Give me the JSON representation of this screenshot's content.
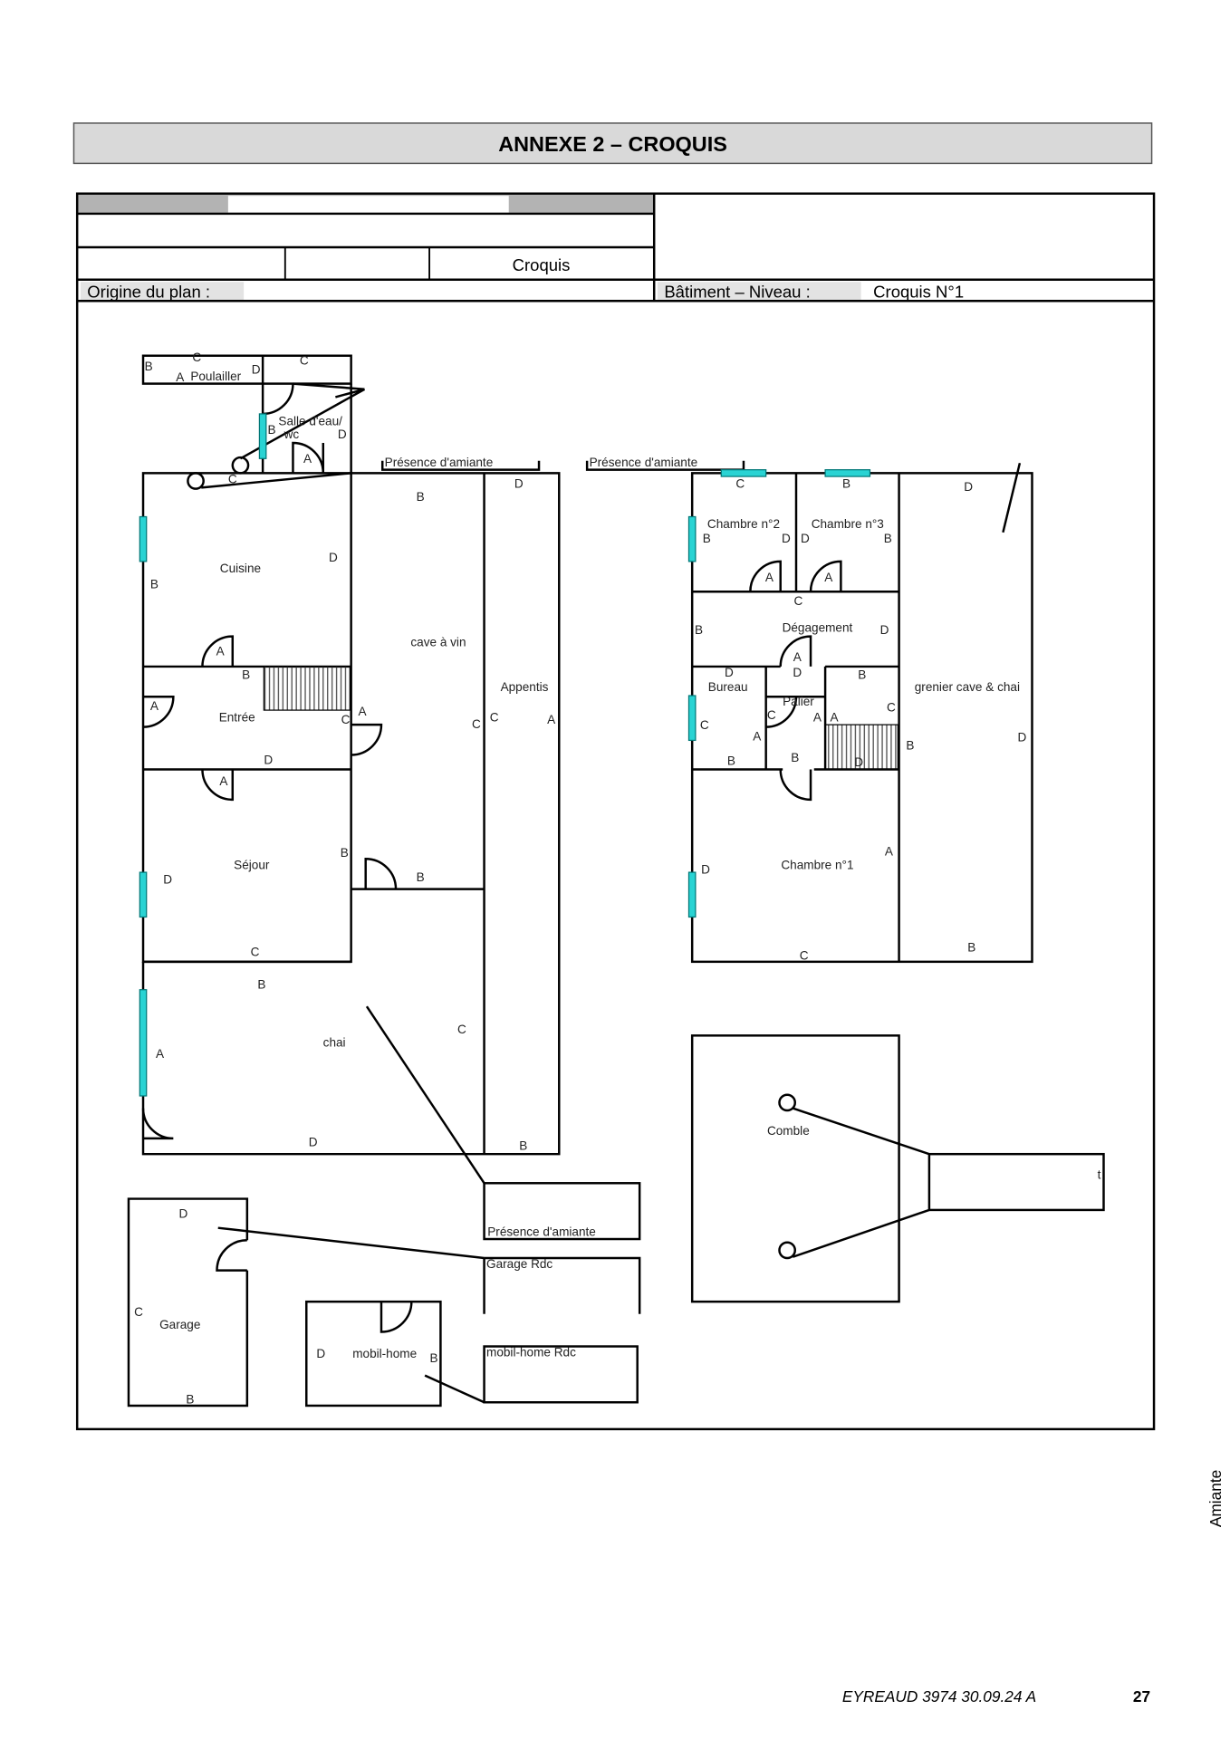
{
  "title": "ANNEXE 2 – CROQUIS",
  "header": {
    "croquis_cell": "Croquis",
    "origin_label": "Origine du plan :",
    "building_label": "Bâtiment – Niveau :",
    "building_value": "Croquis N°1"
  },
  "rooms": {
    "poulailler": "Poulailler",
    "salle_eau": "Salle d'eau/",
    "wc": "wc",
    "cuisine": "Cuisine",
    "entree": "Entrée",
    "sejour": "Séjour",
    "cave": "cave à vin",
    "appentis": "Appentis",
    "chai": "chai",
    "chambre2": "Chambre n°2",
    "chambre3": "Chambre n°3",
    "degagement": "Dégagement",
    "bureau": "Bureau",
    "palier": "Palier",
    "chambre1": "Chambre n°1",
    "grenier": "grenier cave & chai",
    "comble": "Comble",
    "garage": "Garage",
    "mobilhome": "mobil-home"
  },
  "callouts": {
    "presence1": "Présence d'amiante",
    "presence2": "Présence d'amiante",
    "presence3": "Présence d'amiante",
    "garage_rdc": "Garage Rdc",
    "mobilhome_rdc": "mobil-home Rdc"
  },
  "wall_markers": [
    "C",
    "B",
    "A",
    "D",
    "C",
    "D",
    "B",
    "A",
    "C",
    "D",
    "B",
    "D",
    "B",
    "A",
    "B",
    "A",
    "A",
    "C",
    "D",
    "A",
    "D",
    "C",
    "B",
    "D",
    "B",
    "C",
    "B",
    "A",
    "D",
    "C",
    "A",
    "C",
    "B",
    "C",
    "D",
    "B",
    "B",
    "D",
    "A",
    "A",
    "C",
    "B",
    "D",
    "D",
    "B",
    "D",
    "A",
    "B",
    "C",
    "A",
    "C",
    "A",
    "A",
    "B",
    "B",
    "D",
    "C",
    "D",
    "B",
    "D",
    "A",
    "C",
    "B",
    "D",
    "C",
    "B",
    "D",
    "B",
    "t"
  ],
  "footer": {
    "reference": "EYREAUD 3974 30.09.24 A",
    "page": "27",
    "side_label": "Amiante"
  }
}
